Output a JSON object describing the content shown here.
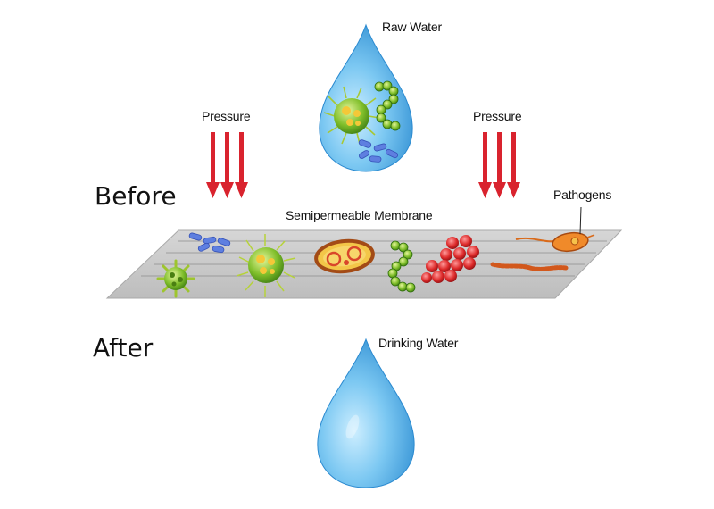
{
  "labels": {
    "raw_water": "Raw Water",
    "pressure_left": "Pressure",
    "pressure_right": "Pressure",
    "before": "Before",
    "membrane": "Semipermeable Membrane",
    "pathogens": "Pathogens",
    "after": "After",
    "drinking_water": "Drinking Water"
  },
  "colors": {
    "water": "#56b4e9",
    "water_dark": "#2f8fd0",
    "arrow": "#d9232e",
    "membrane": "#c8c8c8",
    "bacteria_green": "#6cb52d",
    "cell_red": "#d8262e",
    "rod_blue": "#5577dd",
    "protozoa_orange": "#e07a1f"
  }
}
